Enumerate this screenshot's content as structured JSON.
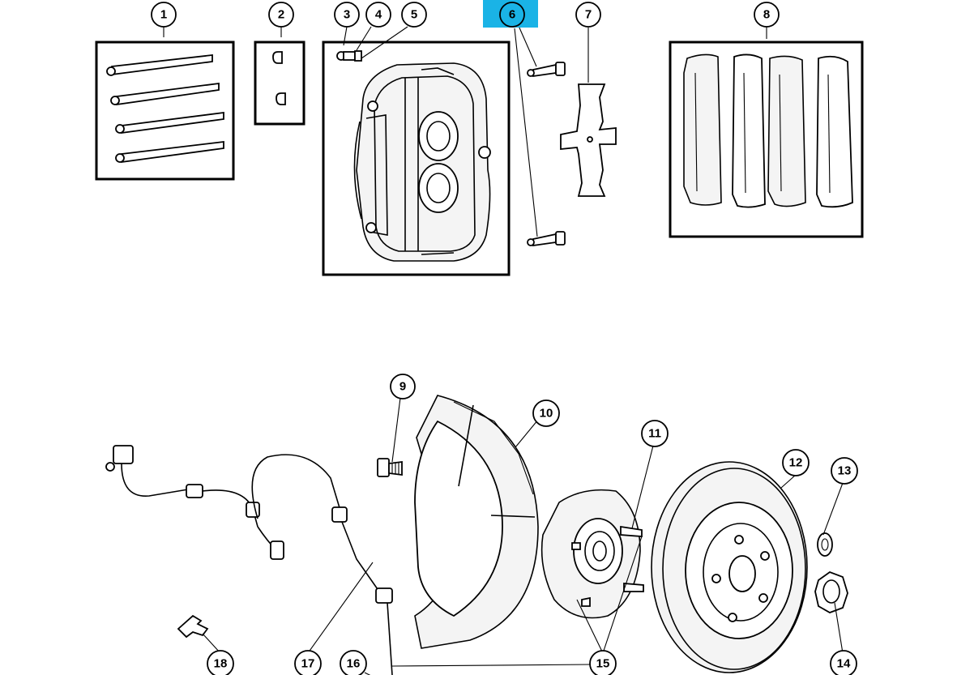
{
  "diagram": {
    "highlight_color": "#1ab3e6",
    "callouts": [
      {
        "id": "c1",
        "label": "1"
      },
      {
        "id": "c2",
        "label": "2"
      },
      {
        "id": "c3",
        "label": "3"
      },
      {
        "id": "c4",
        "label": "4"
      },
      {
        "id": "c5",
        "label": "5"
      },
      {
        "id": "c6",
        "label": "6",
        "highlighted": true
      },
      {
        "id": "c7",
        "label": "7"
      },
      {
        "id": "c8",
        "label": "8"
      },
      {
        "id": "c9",
        "label": "9"
      },
      {
        "id": "c10",
        "label": "10"
      },
      {
        "id": "c11",
        "label": "11"
      },
      {
        "id": "c12",
        "label": "12"
      },
      {
        "id": "c13",
        "label": "13"
      },
      {
        "id": "c14",
        "label": "14"
      },
      {
        "id": "c15",
        "label": "15"
      },
      {
        "id": "c16",
        "label": "16"
      },
      {
        "id": "c17",
        "label": "17"
      },
      {
        "id": "c18",
        "label": "18"
      }
    ]
  }
}
